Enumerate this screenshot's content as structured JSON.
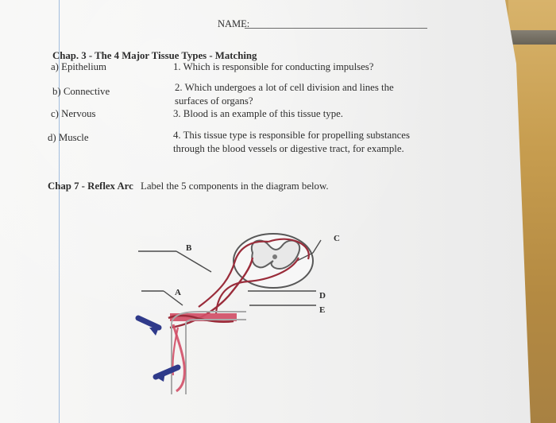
{
  "header": {
    "name_label": "NAME:"
  },
  "chapter3": {
    "title": "Chap. 3 - The 4 Major Tissue Types - Matching",
    "options": [
      "a) Epithelium",
      "b) Connective",
      "c) Nervous",
      "d) Muscle"
    ],
    "questions": {
      "q1": "1. Which is responsible for conducting impulses?",
      "q2_line1": "2. Which undergoes a lot of cell division and lines the",
      "q2_line2": "surfaces of organs?",
      "q3": "3. Blood is an example of this tissue type.",
      "q4_line1": "4. This tissue type is responsible for propelling substances",
      "q4_line2": "through the blood vessels or digestive tract, for example."
    }
  },
  "chapter7": {
    "title": "Chap 7 - Reflex Arc",
    "instruction": "Label the 5 components in the diagram below."
  },
  "diagram": {
    "labels": {
      "a": "A",
      "b": "B",
      "c": "C",
      "d": "D",
      "e": "E"
    }
  }
}
